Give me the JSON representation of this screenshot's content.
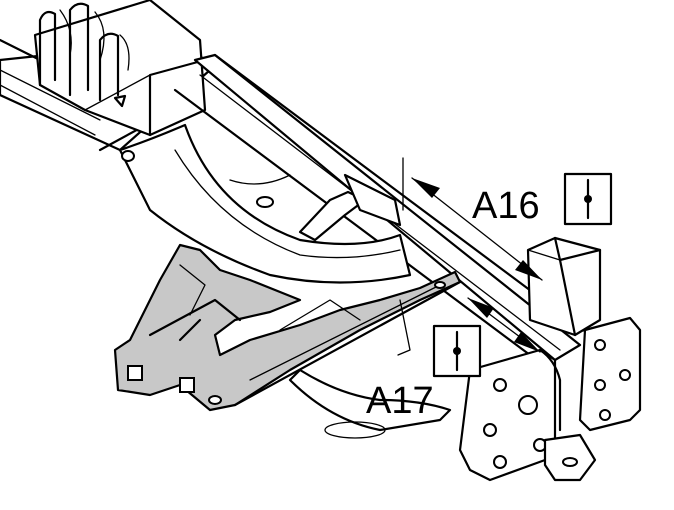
{
  "callouts": [
    {
      "id": "A16",
      "label": "A16"
    },
    {
      "id": "A17",
      "label": "A17"
    }
  ],
  "colors": {
    "line": "#000000",
    "background": "#ffffff",
    "highlight": "#c8c8c8"
  },
  "icons": {
    "measure_symbol": "pin-in-box-icon"
  }
}
